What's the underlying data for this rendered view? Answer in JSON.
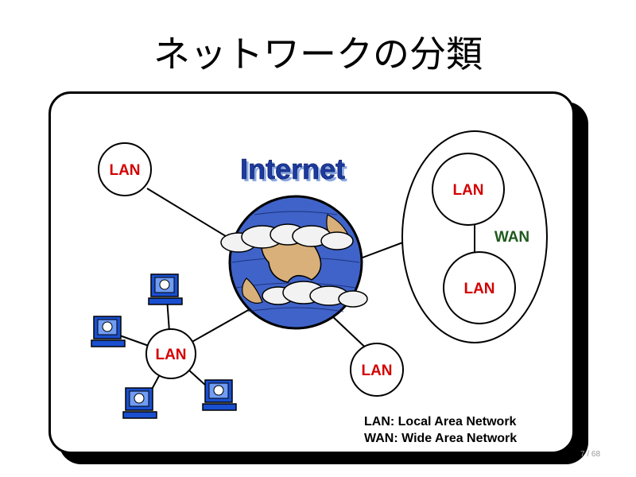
{
  "slide": {
    "title": "ネットワークの分類",
    "page_number": "7 / 68"
  },
  "diagram": {
    "internet_label": "Internet",
    "wan_label": "WAN",
    "lan_label": "LAN",
    "legend": {
      "line1": "LAN: Local Area Network",
      "line2": "WAN: Wide Area Network"
    }
  },
  "colors": {
    "lan_text": "#d40000",
    "wan_text": "#1e5a1e",
    "internet_text": "#1c3aa0",
    "computer_blue": "#1a4fd0"
  },
  "icons": [
    "globe-with-clouds-icon",
    "computer-icon"
  ]
}
